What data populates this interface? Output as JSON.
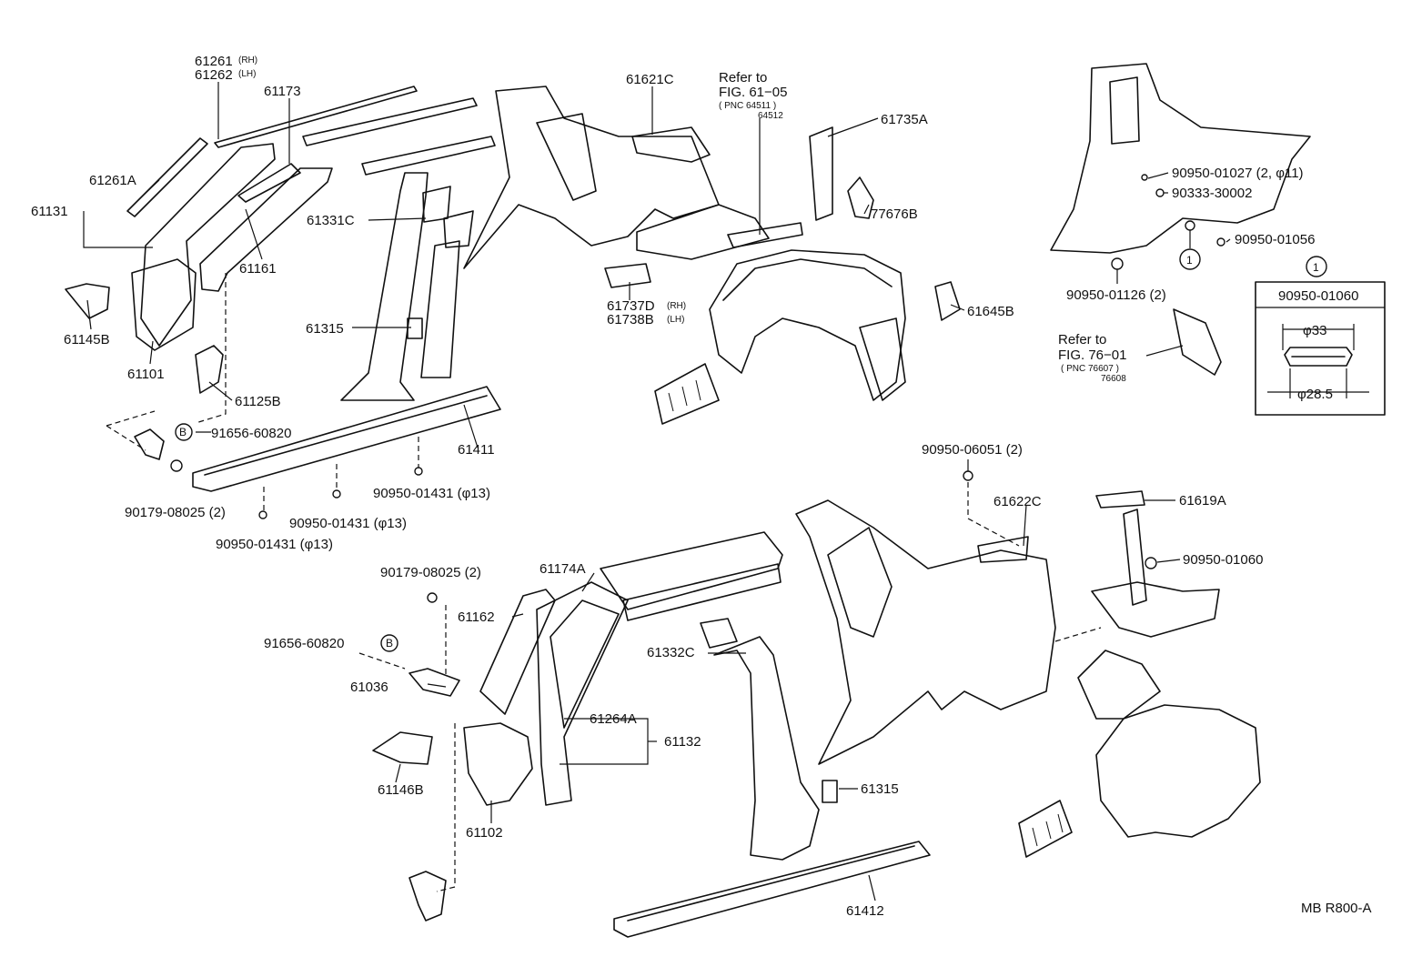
{
  "diagram": {
    "drawing_code": "MB R800-A",
    "callouts": {
      "p61261": "61261",
      "p61261_rh": "(RH)",
      "p61262": "61262",
      "p61262_lh": "(LH)",
      "p61173": "61173",
      "p61261A": "61261A",
      "p61131": "61131",
      "p61331C": "61331C",
      "p61161": "61161",
      "p61145B": "61145B",
      "p61101": "61101",
      "p61315_top": "61315",
      "p61125B": "61125B",
      "p91656_top": "91656-60820",
      "p61411": "61411",
      "p90179_top": "90179-08025 (2)",
      "p90950_01431_a": "90950-01431 (φ13)",
      "p90950_01431_b": "90950-01431 (φ13)",
      "p90950_01431_c": "90950-01431 (φ13)",
      "p61621C": "61621C",
      "refer_fig61_line1": "Refer to",
      "refer_fig61_line2": "FIG. 61−05",
      "refer_fig61_pnc1": "( PNC 64511 )",
      "refer_fig61_pnc2": "64512",
      "p61735A": "61735A",
      "p77676B": "77676B",
      "p61737D": "61737D",
      "p61737D_rh": "(RH)",
      "p61738B": "61738B",
      "p61738B_lh": "(LH)",
      "p61645B": "61645B",
      "p90950_01027": "90950-01027 (2, φ11)",
      "p90333_30002": "90333-30002",
      "p90950_01056": "90950-01056",
      "p90950_01126": "90950-01126 (2)",
      "circled_1": "1",
      "refer_fig76_line1": "Refer to",
      "refer_fig76_line2": "FIG. 76−01",
      "refer_fig76_pnc1": "( PNC 76607 )",
      "refer_fig76_pnc2": "76608",
      "inset_part": "90950-01060",
      "inset_dim_top": "φ33",
      "inset_dim_bottom": "φ28.5",
      "p90950_06051": "90950-06051 (2)",
      "p61622C": "61622C",
      "p61619A": "61619A",
      "p90950_01060_b": "90950-01060",
      "p90179_bottom": "90179-08025 (2)",
      "p61174A": "61174A",
      "p61162": "61162",
      "p91656_bottom": "91656-60820",
      "p61036": "61036",
      "p61332C": "61332C",
      "p61264A": "61264A",
      "p61132": "61132",
      "p61146B": "61146B",
      "p61102": "61102",
      "p61315_bottom": "61315",
      "p61412": "61412",
      "b_mark": "B"
    }
  }
}
